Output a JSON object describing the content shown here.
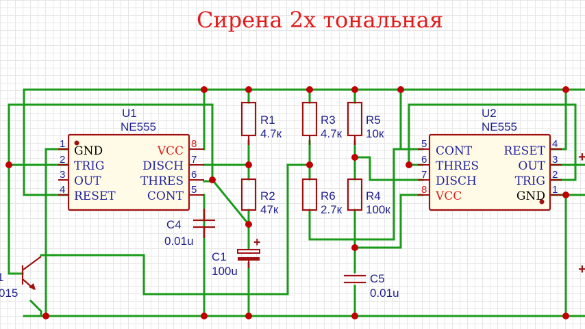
{
  "title": "Сирена 2х тональная",
  "u1": {
    "ref": "U1",
    "value": "NE555",
    "left_pins": [
      {
        "num": "1",
        "name": "GND"
      },
      {
        "num": "2",
        "name": "TRIG"
      },
      {
        "num": "3",
        "name": "OUT"
      },
      {
        "num": "4",
        "name": "RESET"
      }
    ],
    "right_pins": [
      {
        "num": "8",
        "name": "VCC"
      },
      {
        "num": "7",
        "name": "DISCH"
      },
      {
        "num": "6",
        "name": "THRES"
      },
      {
        "num": "5",
        "name": "CONT"
      }
    ]
  },
  "u2": {
    "ref": "U2",
    "value": "NE555",
    "left_pins": [
      {
        "num": "5",
        "name": "CONT"
      },
      {
        "num": "6",
        "name": "THRES"
      },
      {
        "num": "7",
        "name": "DISCH"
      },
      {
        "num": "8",
        "name": "VCC"
      }
    ],
    "right_pins": [
      {
        "num": "4",
        "name": "RESET"
      },
      {
        "num": "3",
        "name": "OUT"
      },
      {
        "num": "2",
        "name": "TRIG"
      },
      {
        "num": "1",
        "name": "GND"
      }
    ]
  },
  "r1": {
    "ref": "R1",
    "value": "4.7к"
  },
  "r2": {
    "ref": "R2",
    "value": "47к"
  },
  "r3": {
    "ref": "R3",
    "value": "4.7к"
  },
  "r4": {
    "ref": "R4",
    "value": "100к"
  },
  "r5": {
    "ref": "R5",
    "value": "10к"
  },
  "r6": {
    "ref": "R6",
    "value": "2.7к"
  },
  "c1": {
    "ref": "C1",
    "value": "100u",
    "polarity": "+"
  },
  "c4": {
    "ref": "C4",
    "value": "0.01u"
  },
  "c5": {
    "ref": "C5",
    "value": "0.01u"
  },
  "q1": {
    "ref_partial": "1",
    "value_partial": "015"
  },
  "edge": {
    "plus_top": "+",
    "plus_bottom": "+"
  },
  "colors": {
    "wire": "#1a9b1a",
    "part": "#a01010",
    "title": "#e01b1b",
    "label": "#1f1f8f"
  }
}
